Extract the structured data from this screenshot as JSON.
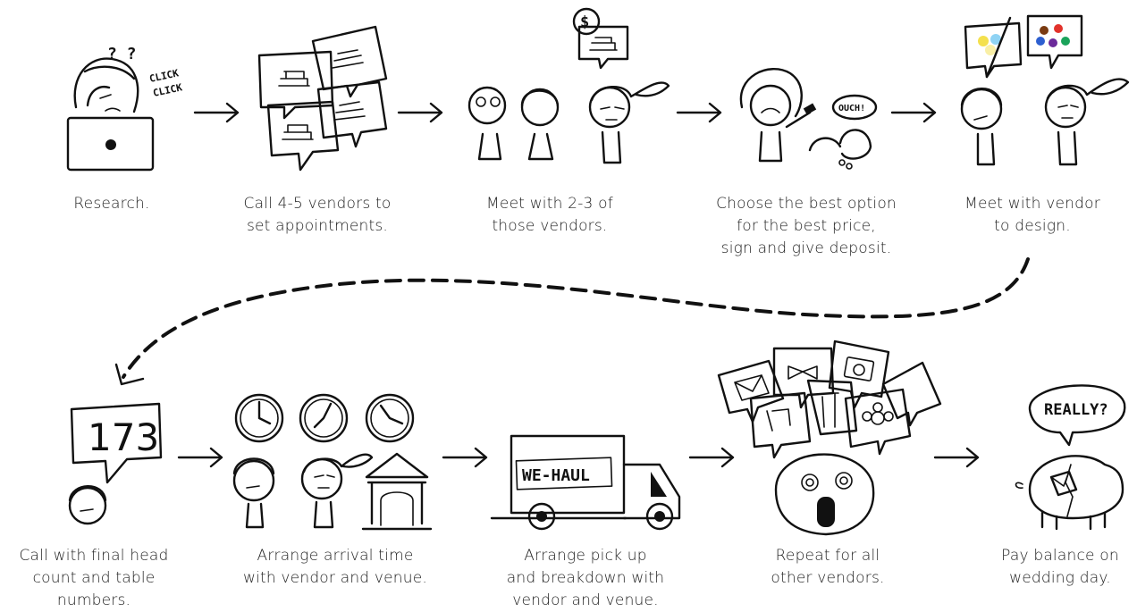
{
  "steps": [
    {
      "caption": "Research."
    },
    {
      "caption": "Call 4-5 vendors to\nset appointments."
    },
    {
      "caption": "Meet with 2-3 of\nthose vendors."
    },
    {
      "caption": "Choose the best option\nfor the best price,\nsign and give deposit."
    },
    {
      "caption": "Meet with vendor\nto design."
    },
    {
      "caption": "Call with final head\ncount and table\nnumbers."
    },
    {
      "caption": "Arrange arrival time\nwith vendor and venue."
    },
    {
      "caption": "Arrange pick up\nand breakdown with\nvendor and venue."
    },
    {
      "caption": "Repeat for all\nother vendors."
    },
    {
      "caption": "Pay balance on\nwedding day."
    }
  ],
  "doodle_text": {
    "question_marks": "? ?",
    "click": "CLICK",
    "click2": "CLICK",
    "ouch": "OUCH!",
    "head_count": "173",
    "truck": "WE-HAUL",
    "really": "REALLY?",
    "dollar": "$"
  },
  "colors": {
    "ink": "#111111",
    "dot_yellow": "#f4e04d",
    "dot_blue": "#8fd3f4",
    "dot_brown": "#7a3b12",
    "dot_red": "#e2322b",
    "dot_blue2": "#2d5fd0",
    "dot_purple": "#6b2a9a",
    "dot_green": "#1aa35a"
  }
}
